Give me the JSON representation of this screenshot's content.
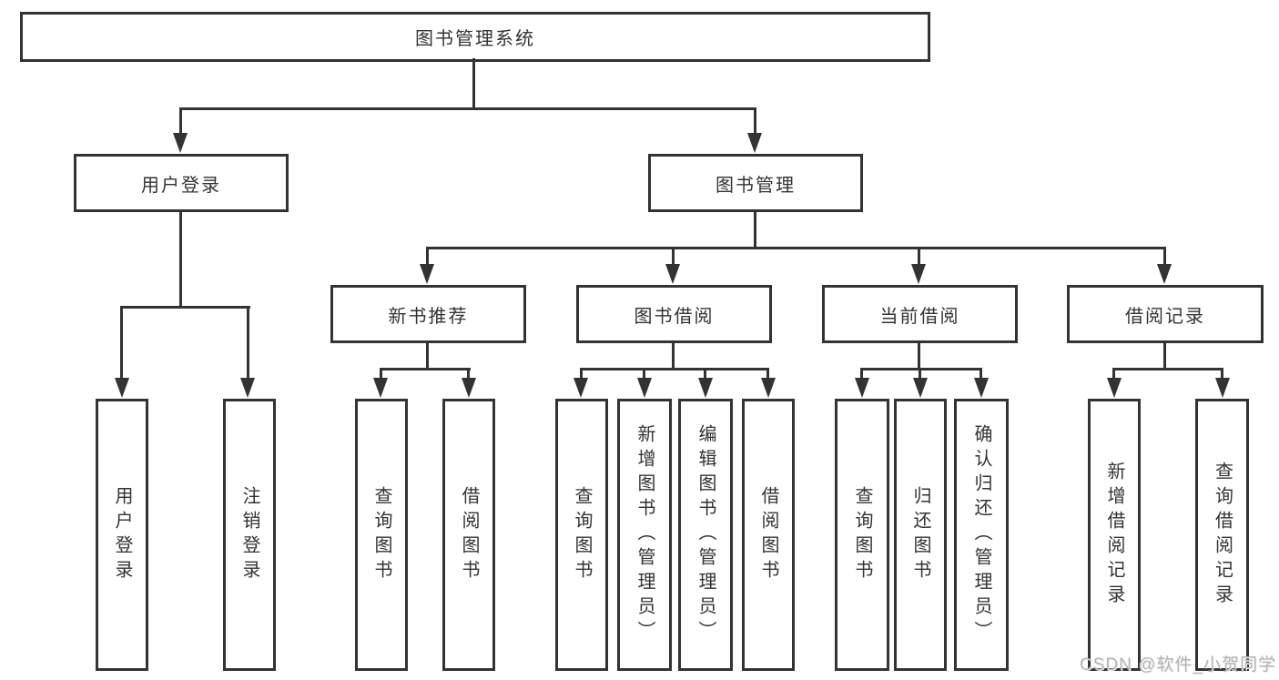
{
  "colors": {
    "stroke": "#333333",
    "text": "#333333",
    "watermark": "#b3b3b3",
    "background": "#ffffff"
  },
  "watermark": {
    "text": "CSDN @软件_小贺同学"
  },
  "tree": {
    "label": "图书管理系统",
    "children": [
      {
        "label": "用户登录",
        "children": [
          {
            "label": "用户登录"
          },
          {
            "label": "注销登录"
          }
        ]
      },
      {
        "label": "图书管理",
        "children": [
          {
            "label": "新书推荐",
            "children": [
              {
                "label": "查询图书"
              },
              {
                "label": "借阅图书"
              }
            ]
          },
          {
            "label": "图书借阅",
            "children": [
              {
                "label": "查询图书"
              },
              {
                "label": "新增图书（管理员）"
              },
              {
                "label": "编辑图书（管理员）"
              },
              {
                "label": "借阅图书"
              }
            ]
          },
          {
            "label": "当前借阅",
            "children": [
              {
                "label": "查询图书"
              },
              {
                "label": "归还图书"
              },
              {
                "label": "确认归还（管理员）"
              }
            ]
          },
          {
            "label": "借阅记录",
            "children": [
              {
                "label": "新增借阅记录"
              },
              {
                "label": "查询借阅记录"
              }
            ]
          }
        ]
      }
    ]
  }
}
